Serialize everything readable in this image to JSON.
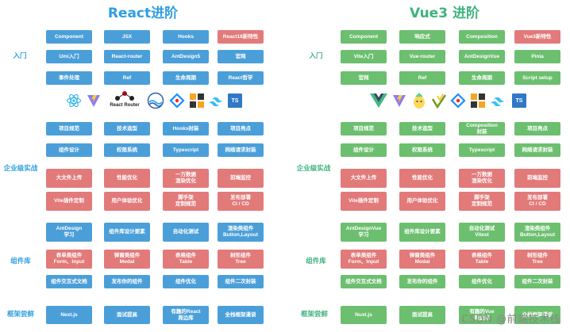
{
  "titles": {
    "react": "React进阶",
    "vue": "Vue3 进阶"
  },
  "react_sections": {
    "entry": "入门",
    "enterprise": "企业级实战",
    "components": "组件库",
    "frameworks": "框架尝鲜"
  },
  "vue_sections": {
    "entry": "入门",
    "enterprise": "企业级实战",
    "components": "组件库",
    "frameworks": "框架尝鲜"
  },
  "react_rows": [
    [
      "Component",
      "JSX",
      "Hooks",
      "React18新特性"
    ],
    [
      "Umi入门",
      "React-router",
      "AntDesign5",
      "官网"
    ],
    [
      "事件处理",
      "Ref",
      "生命周期",
      "React哲学"
    ],
    [
      "项目规范",
      "技术选型",
      "Hooks封装",
      "项目亮点"
    ],
    [
      "组件设计",
      "权限系统",
      "Typescript",
      "网络请求封装"
    ],
    [
      "大文件上传",
      "性能优化",
      "一万数据\n渲染优化",
      "前端监控"
    ],
    [
      "Vite插件定制",
      "用户体验优化",
      "脚手架\n定制规范",
      "发布部署\nCI / CD"
    ],
    [
      "AntDesign\n学习",
      "组件库设计要素",
      "自动化测试",
      "渲染类组件\nButton,Layout"
    ],
    [
      "表单类组件\nForm、Input",
      "弹窗类组件\nModal",
      "表格组件\nTable",
      "树形组件\nTree"
    ],
    [
      "组件交互式文档",
      "发布你的组件",
      "组件优化",
      "组件二次封装"
    ],
    [
      "Next.js",
      "面试提高",
      "有趣的React\n周边库",
      "全栈框架漫谈"
    ]
  ],
  "vue_rows": [
    [
      "Component",
      "响应式",
      "Composition",
      "Vue3新特性"
    ],
    [
      "Vite入门",
      "Vue-router",
      "AntDesignVue",
      "Pinia"
    ],
    [
      "官网",
      "Ref",
      "生命周期",
      "Script setup"
    ],
    [
      "项目规范",
      "技术选型",
      "Composition\n封装",
      "项目亮点"
    ],
    [
      "组件设计",
      "权限系统",
      "Typescript",
      "网络请求封装"
    ],
    [
      "大文件上传",
      "性能优化",
      "一万数据\n渲染优化",
      "前端监控"
    ],
    [
      "Vite插件定制",
      "用户体验优化",
      "脚手架\n定制规范",
      "发布部署\nCI / CD"
    ],
    [
      "AntDesignVue\n学习",
      "组件库设计要素",
      "自动化测试\nVitest",
      "渲染类组件\nButton,Layout"
    ],
    [
      "表单类组件\nForm、Input",
      "弹窗类组件\nModal",
      "表格组件\nTable",
      "树形组件\nTree"
    ],
    [
      "组件交互式文档",
      "发布你的组件",
      "组件优化",
      "组件二次封装"
    ],
    [
      "Nuxt.js",
      "面试提高",
      "有趣的Vue\n周边库",
      "全栈框架漫谈"
    ]
  ],
  "react_row_colors": [
    "blue",
    "blue",
    "blue",
    "blue",
    "blue",
    "red",
    "red",
    "blue",
    "red",
    "blue",
    "blue"
  ],
  "react_row1_special": {
    "col": 3,
    "color": "red"
  },
  "vue_row_colors": [
    "green",
    "green",
    "green",
    "green",
    "green",
    "red",
    "red",
    "green",
    "red",
    "green",
    "green"
  ],
  "vue_row1_special": {
    "col": 3,
    "color": "red"
  },
  "react_icons": [
    "react-logo",
    "vite-logo",
    "react-router-logo",
    "styled-sass-logo",
    "antd-logo",
    "grid-logo",
    "tailwind-logo",
    "typescript-logo"
  ],
  "react_router_label": "React Router",
  "vue_icons": [
    "vue-logo",
    "vite-logo",
    "pinia-logo",
    "vitest-logo",
    "ant-design-vue-logo",
    "grid-logo",
    "tailwind-logo",
    "typescript-logo"
  ],
  "icon_ts_label": "TS",
  "colors": {
    "react_title": "#2f9ee0",
    "vue_title": "#3fb27f",
    "cell_blue": "#4b9fd9",
    "cell_red": "#e27a7a",
    "cell_green": "#6cbf6f"
  },
  "watermark": "CSDN @前端技术栈"
}
